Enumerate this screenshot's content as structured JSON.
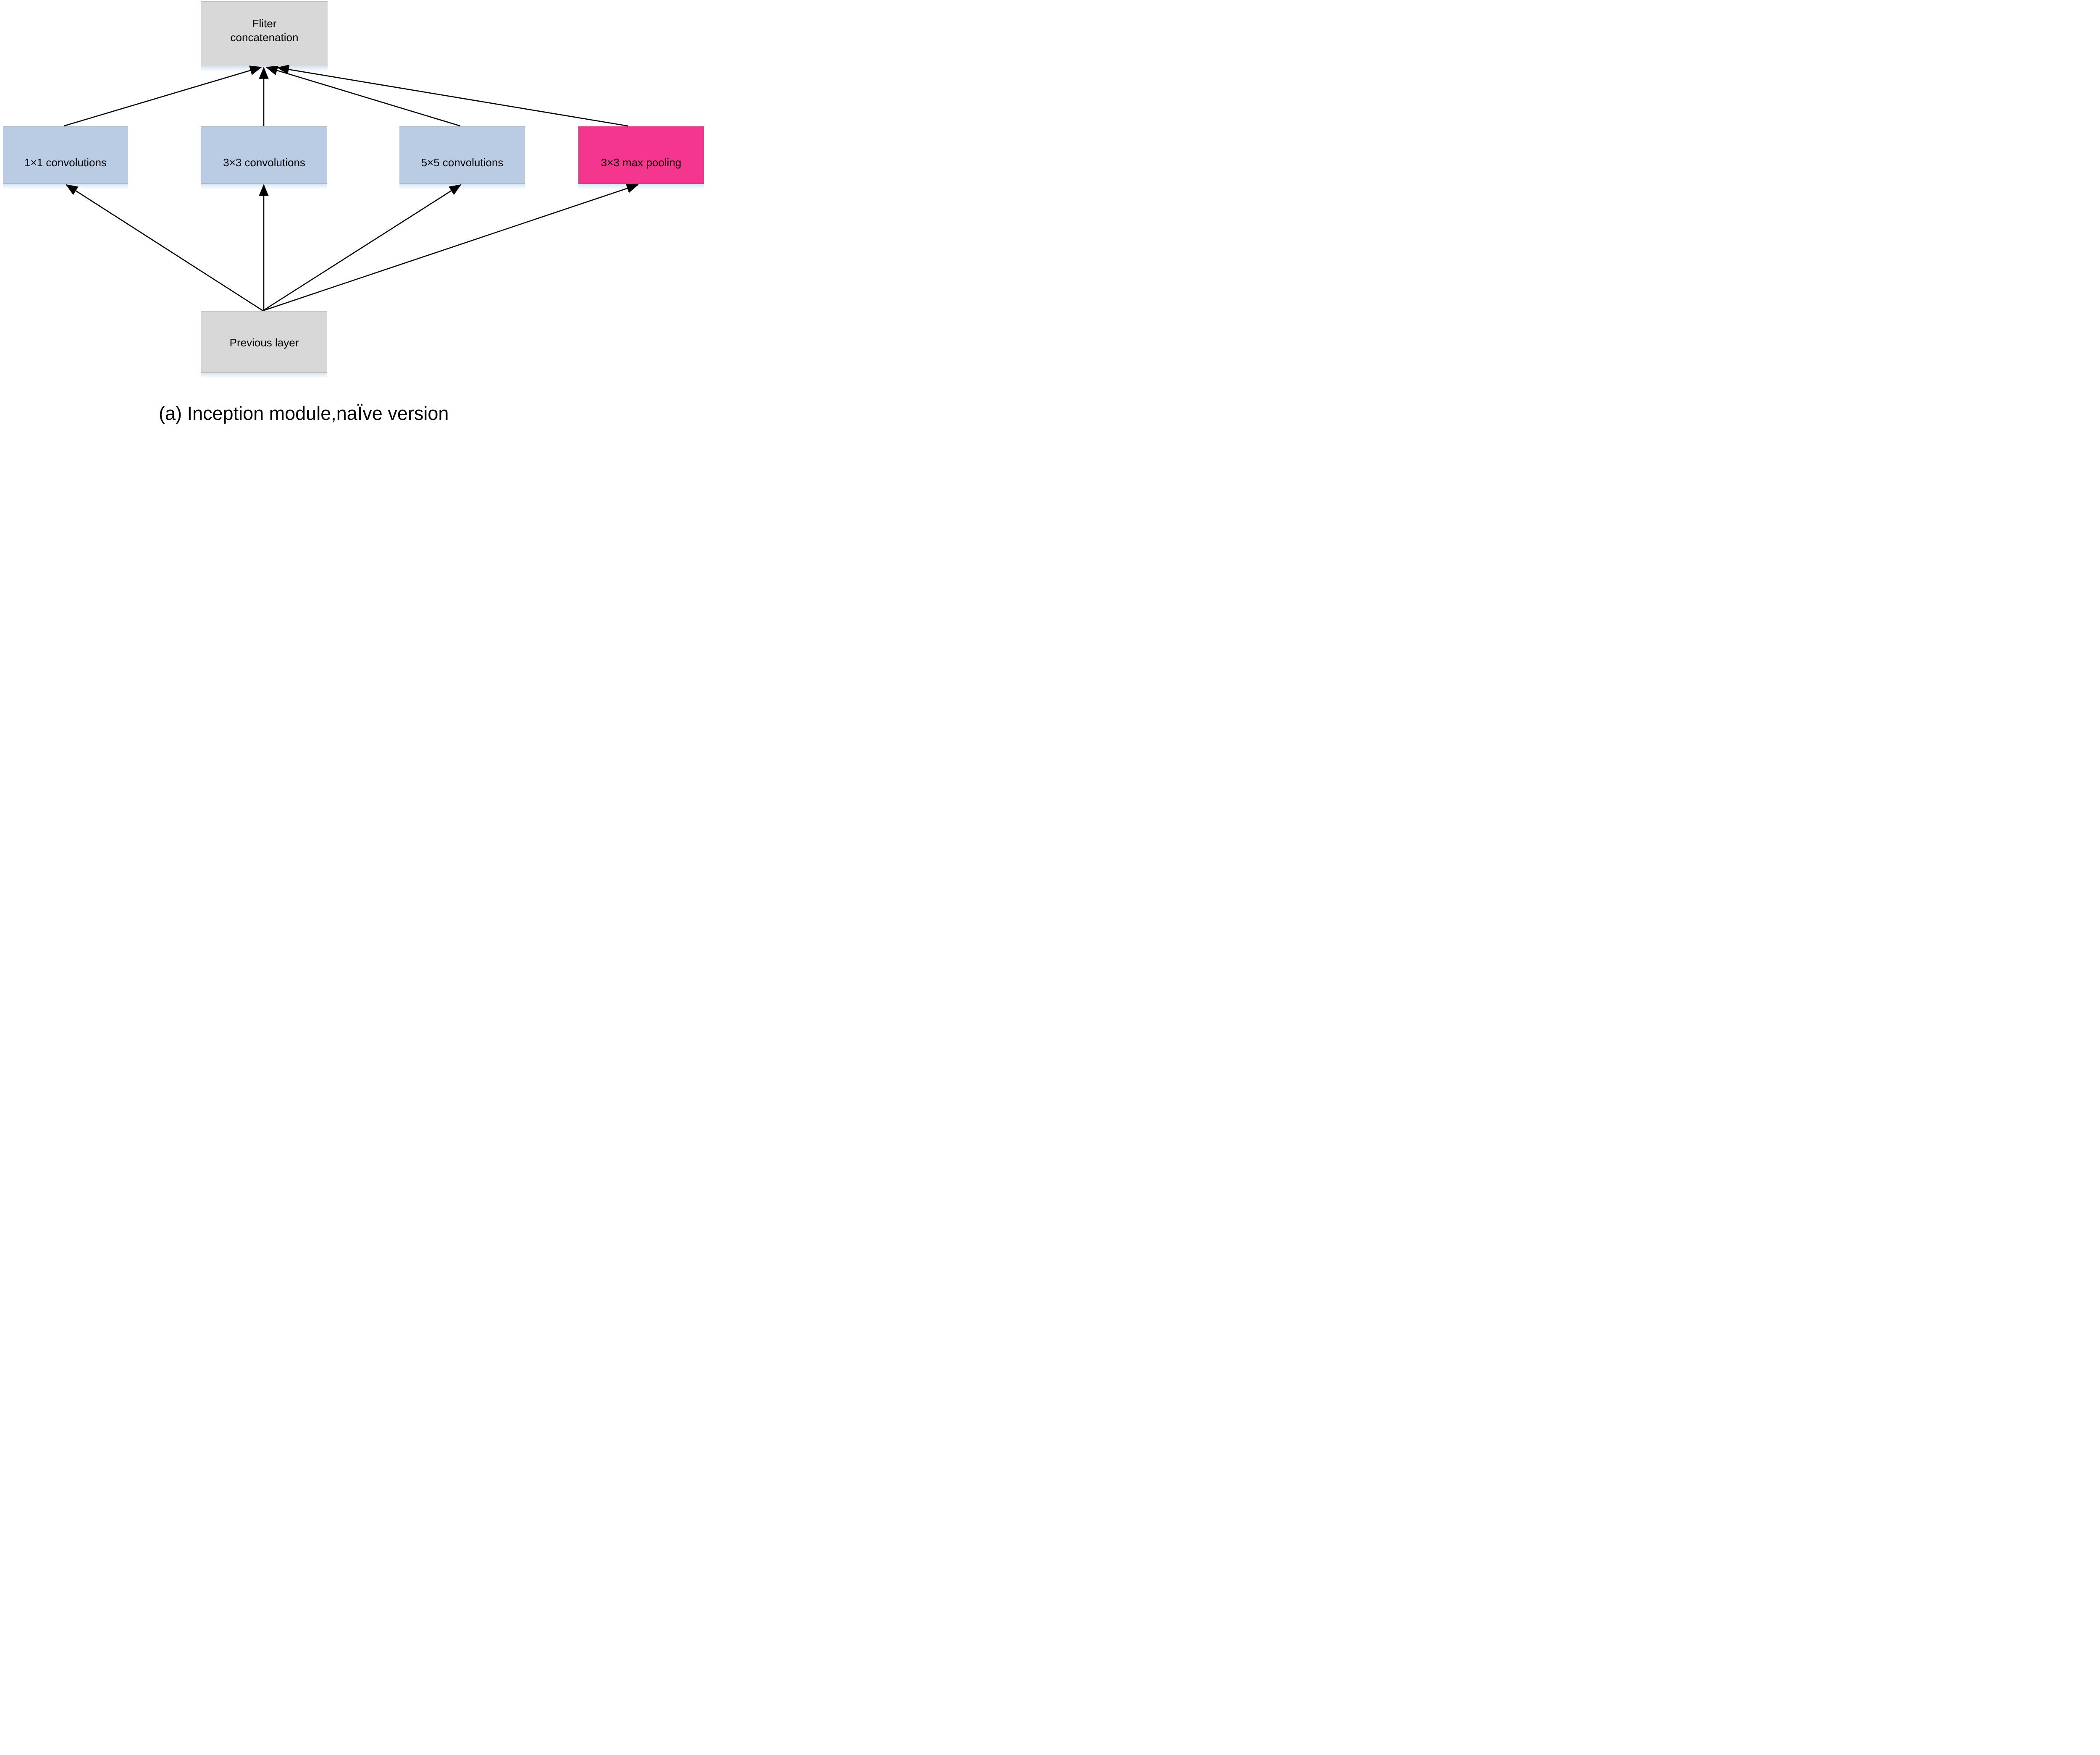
{
  "diagram": {
    "caption": "(a) Inception module,naÏve version",
    "colors": {
      "box_gray": "#d8d8d8",
      "box_blue": "#b9cce4",
      "box_pink": "#f5368f",
      "arrow": "#000000",
      "glow": "#d9e4f2",
      "background": "#ffffff"
    },
    "nodes": {
      "filter_concat": {
        "label": "Fliter\nconcatenation"
      },
      "conv1": {
        "label": "1×1 convolutions"
      },
      "conv3": {
        "label": "3×3 convolutions"
      },
      "conv5": {
        "label": "5×5 convolutions"
      },
      "maxpool": {
        "label": "3×3 max pooling"
      },
      "previous": {
        "label": "Previous layer"
      }
    },
    "edges": [
      {
        "from": "previous",
        "to": "conv1"
      },
      {
        "from": "previous",
        "to": "conv3"
      },
      {
        "from": "previous",
        "to": "conv5"
      },
      {
        "from": "previous",
        "to": "maxpool"
      },
      {
        "from": "conv1",
        "to": "filter_concat"
      },
      {
        "from": "conv3",
        "to": "filter_concat"
      },
      {
        "from": "conv5",
        "to": "filter_concat"
      },
      {
        "from": "maxpool",
        "to": "filter_concat"
      }
    ]
  }
}
